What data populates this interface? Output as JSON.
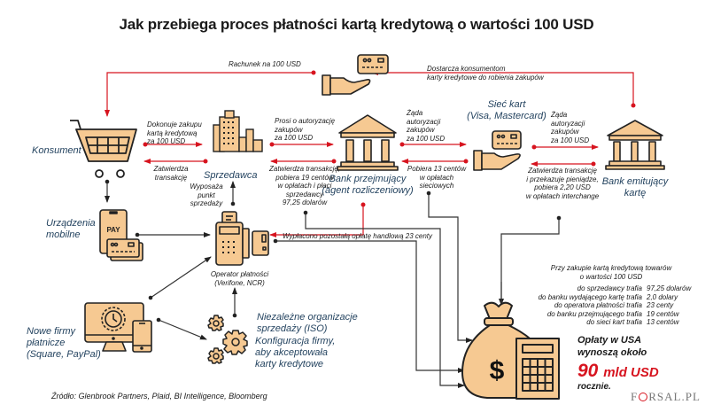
{
  "title": "Jak przebiega proces płatności  kartą kredytową o wartości 100 USD",
  "colors": {
    "accent_red": "#d7141f",
    "icon_fill": "#f6c992",
    "entity_text": "#1f3f5c",
    "line_dark": "#333333"
  },
  "entities": {
    "konsument": "Konsument",
    "sprzedawca": "Sprzedawca",
    "bank_przejmujacy": [
      "Bank przejmujący",
      "(agent rozliczeniowy)"
    ],
    "siec_kart": [
      "Sieć kart",
      "(Visa, Mastercard)"
    ],
    "bank_emitujacy": [
      "Bank emitujący",
      "kartę"
    ],
    "urzadzenia_mobilne": [
      "Urządzenia",
      "mobilne"
    ],
    "operator": [
      "Operator płatności",
      "(Verifone, NCR)"
    ],
    "iso": [
      "Niezależne organizacje",
      "sprzedaży (ISO)"
    ],
    "konfiguracja": [
      "Konfiguracja firmy,",
      "aby akceptowała",
      "karty kredytowe"
    ],
    "nowe_firmy": [
      "Nowe firmy",
      "płatnicze",
      "(Square, PayPal)"
    ]
  },
  "flows": {
    "rachunek": "Rachunek na 100 USD",
    "dostarcza": [
      "Dostarcza konsumentom",
      "karty kredytowe do robienia zakupów"
    ],
    "dokonuje": [
      "Dokonuje zakupu",
      "kartą kredytową",
      "za 100 USD"
    ],
    "zatwierdza_konsument": [
      "Zatwierdza",
      "transakcję"
    ],
    "prosi": [
      "Prosi o autoryzację",
      "zakupów",
      "za 100 USD"
    ],
    "zatwierdza_sprzedawca": [
      "Zatwierdza transakcję,",
      "pobiera 19 centów",
      "w opłatach i płaci",
      "sprzedawcy",
      "97,25 dolarów"
    ],
    "zada_siec": [
      "Żąda",
      "autoryzacji",
      "zakupów",
      "za 100 USD"
    ],
    "pobiera_13": [
      "Pobiera 13 centów",
      "w opłatach",
      "sieciowych"
    ],
    "zada_bank": [
      "Żąda",
      "autoryzacji",
      "zakupów",
      "za 100 USD"
    ],
    "zatwierdza_bank": [
      "Zatwierdza transakcję",
      "i przekazuje pieniądze,",
      "pobiera 2,20 USD",
      "w opłatach interchange"
    ],
    "wyposaza": [
      "Wyposaża",
      "punkt",
      "sprzedaży"
    ],
    "wyplacono": "Wypłacono pozostałą opłatę handlową 23 centy"
  },
  "icons": {
    "cart": "shopping-cart-icon",
    "buildings": "city-buildings-icon",
    "bank": "bank-building-icon",
    "card_hand": "hand-with-card-icon",
    "phone_pay": "mobile-pay-icon",
    "terminal": "payment-terminal-icon",
    "monitor": "monitor-and-phone-icon",
    "gears": "gears-icon",
    "money_bag": "money-bag-calculator-icon",
    "pay_text": "PAY",
    "dollar": "$"
  },
  "summary": {
    "intro": [
      "Przy zakupie kartą kredytową towarów",
      "o wartości 100 USD"
    ],
    "rows": [
      {
        "label": "do sprzedawcy trafia",
        "value": "97,25 dolarów"
      },
      {
        "label": "do banku wydającego kartę trafia",
        "value": "2,0 dolary"
      },
      {
        "label": "do operatora płatności trafia",
        "value": "23 centy"
      },
      {
        "label": "do banku przejmującego trafia",
        "value": "19 centów"
      },
      {
        "label": "do sieci kart trafia",
        "value": "13 centów"
      }
    ],
    "fees_intro": [
      "Opłaty w USA",
      "wynoszą około"
    ],
    "fees_value": "90",
    "fees_unit": "mld USD",
    "fees_suffix": "rocznie."
  },
  "source": "Źródło: Glenbrook Partners, Plaid, BI Intelligence, Bloomberg",
  "logo": {
    "pre": "F",
    "post": "RSAL.PL"
  }
}
